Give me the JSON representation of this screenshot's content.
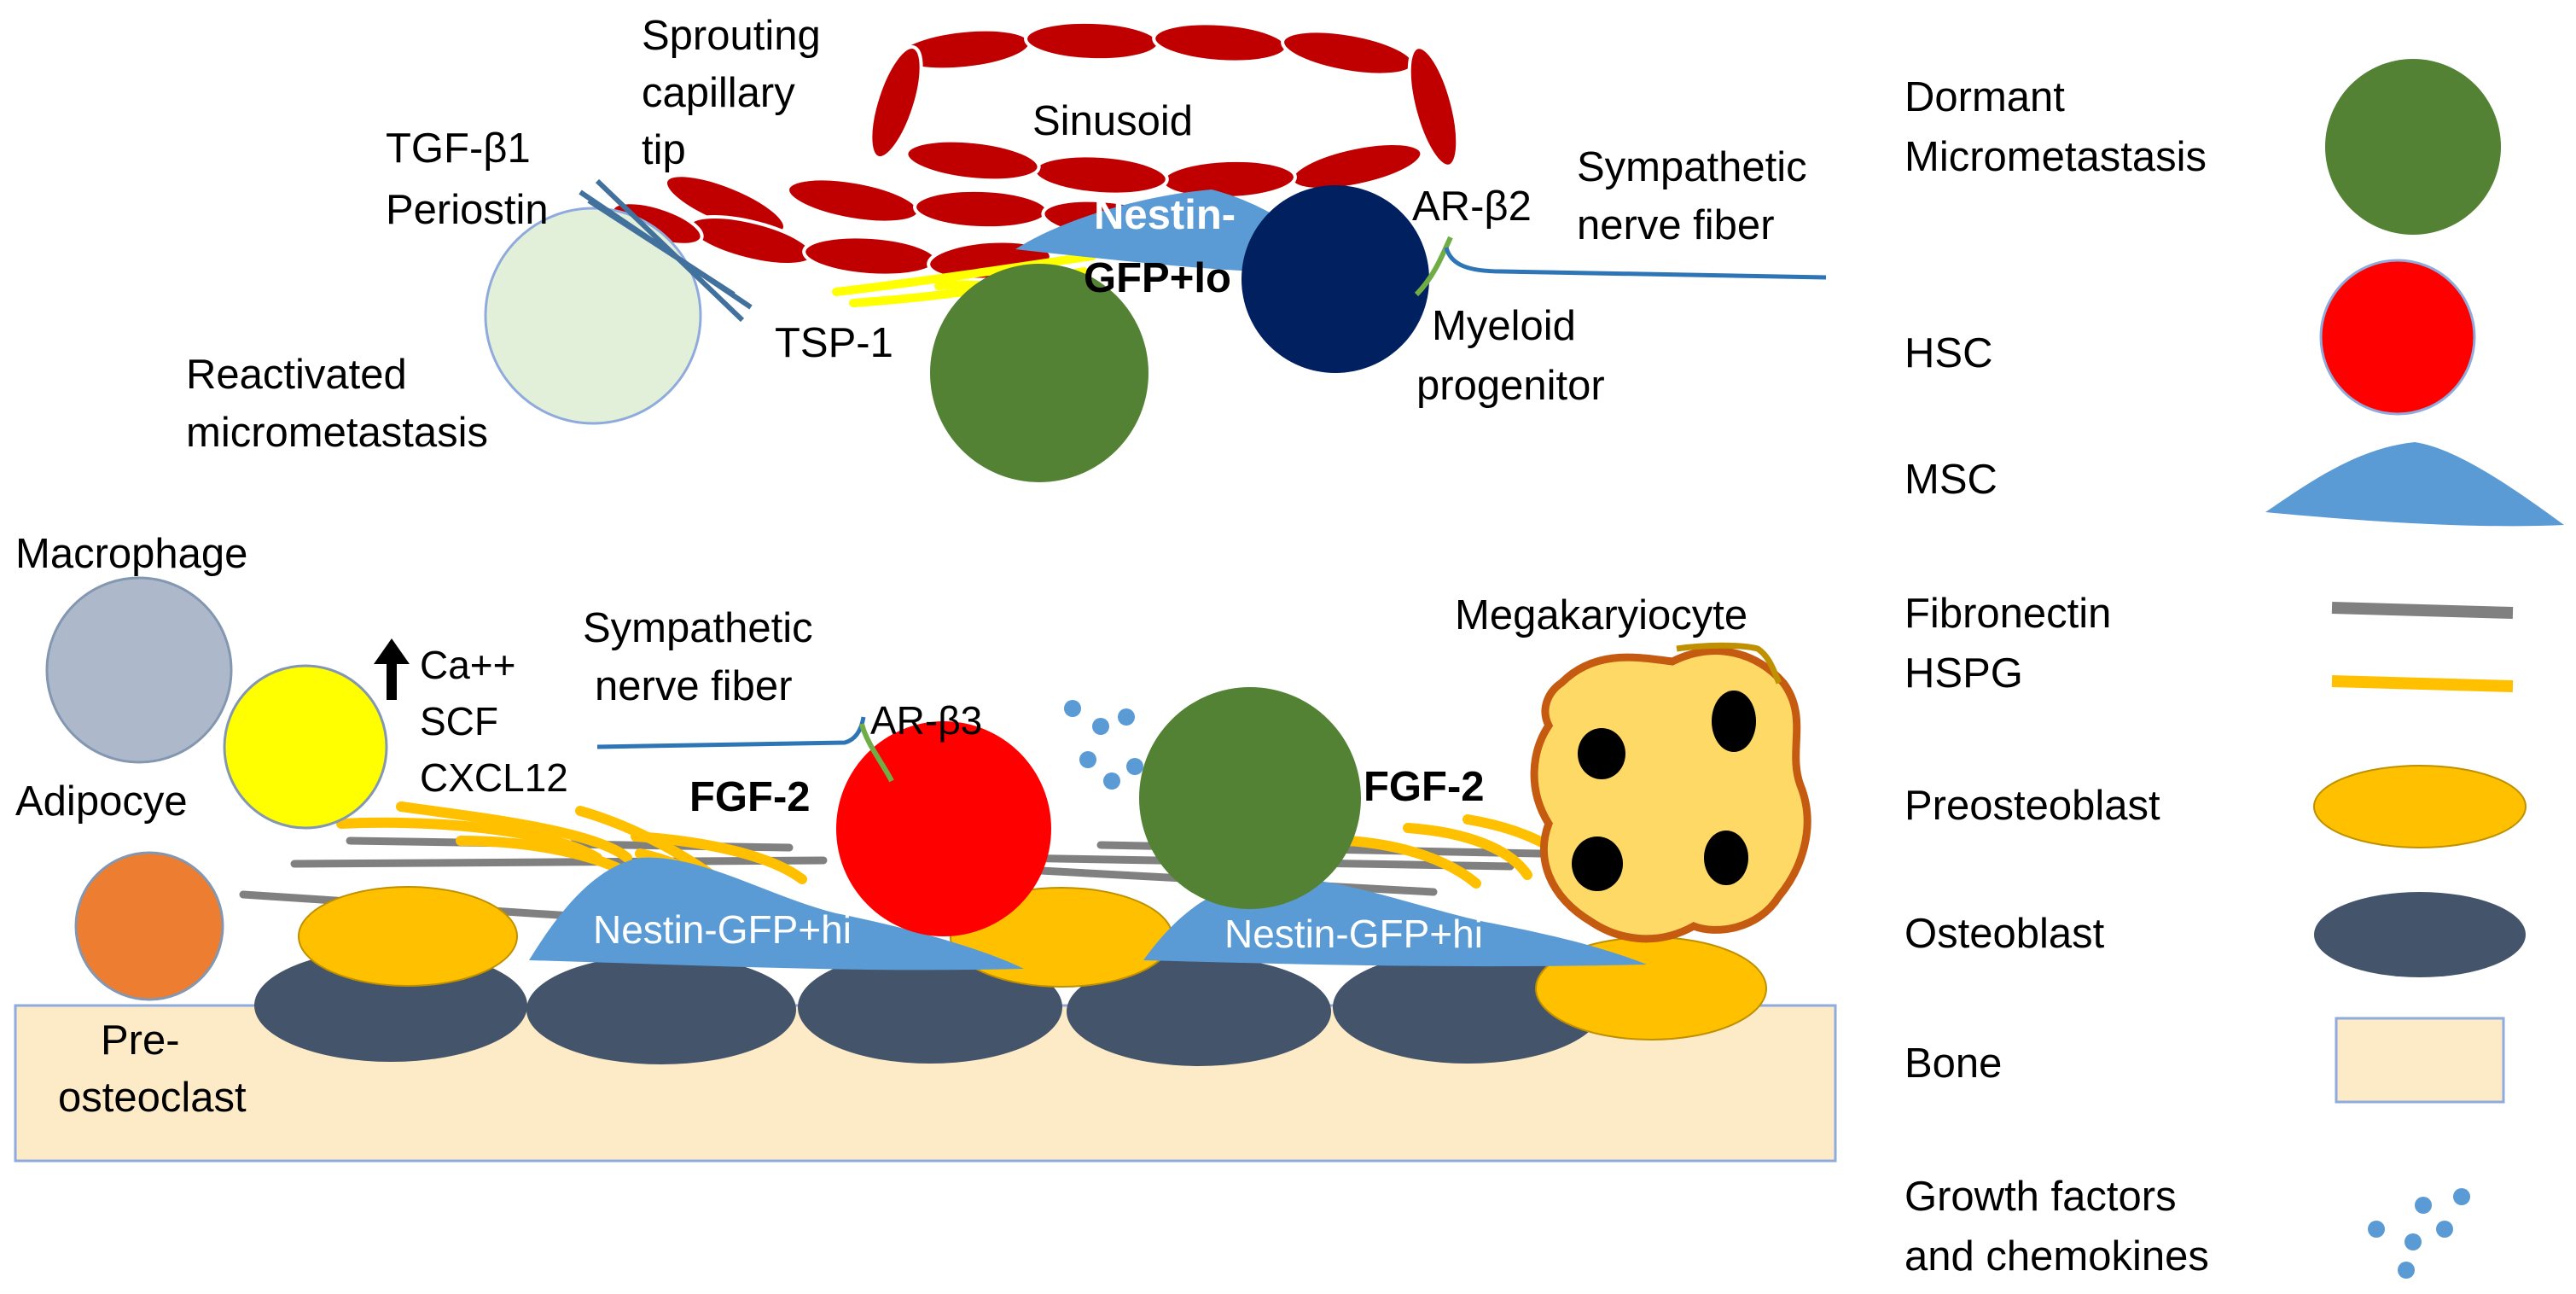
{
  "top_panel": {
    "sprouting_tip": [
      "Sprouting",
      "capillary",
      "tip"
    ],
    "sinusoid": "Sinusoid",
    "tgf_periostin": [
      "TGF-β1",
      "Periostin"
    ],
    "nestin_lo": [
      "Nestin-",
      "GFP+lo"
    ],
    "ar_b2": "AR-β2",
    "sympathetic_top": [
      "Sympathetic",
      "nerve fiber"
    ],
    "tsp1": "TSP-1",
    "myeloid": [
      "Myeloid",
      "progenitor"
    ],
    "reactivated": [
      "Reactivated",
      "micrometastasis"
    ]
  },
  "bottom_panel": {
    "macrophage": "Macrophage",
    "factors": [
      "Ca++",
      "SCF",
      "CXCL12"
    ],
    "sympathetic_bottom": [
      "Sympathetic",
      "nerve fiber"
    ],
    "ar_b3": "AR-β3",
    "megakaryocyte": "Megakaryiocyte",
    "adipocyte": "Adipocye",
    "fgf2_left": "FGF-2",
    "fgf2_right": "FGF-2",
    "nestin_hi_left": "Nestin-GFP+hi",
    "nestin_hi_right": "Nestin-GFP+hi",
    "preosteoclast": [
      "Pre-",
      "osteoclast"
    ]
  },
  "legend": {
    "items": [
      {
        "label": [
          "Dormant",
          "Micrometastasis"
        ]
      },
      {
        "label": [
          "HSC"
        ]
      },
      {
        "label": [
          "MSC"
        ]
      },
      {
        "label": [
          "Fibronectin",
          "HSPG"
        ]
      },
      {
        "label": [
          "Preosteoblast"
        ]
      },
      {
        "label": [
          "Osteoblast"
        ]
      },
      {
        "label": [
          "Bone"
        ]
      },
      {
        "label": [
          "Growth factors",
          "and chemokines"
        ]
      }
    ]
  },
  "colors": {
    "dormant": "#548235",
    "hsc": "#ff0000",
    "msc": "#5b9bd5",
    "fibronectin": "#808080",
    "hspg": "#ffc000",
    "preosteoblast": "#ffc000",
    "osteoblast": "#44546a",
    "bone": "#fdebc8",
    "myeloid": "#002060",
    "macrophage": "#adb9ca",
    "adipocyte": "#ffff00",
    "preosteoclast": "#ed7d31",
    "reactivated": "#e2f0d9",
    "sinusoid": "#c00000",
    "megakaryocyte": "#ffd966",
    "nerve": "#2e75b6"
  }
}
